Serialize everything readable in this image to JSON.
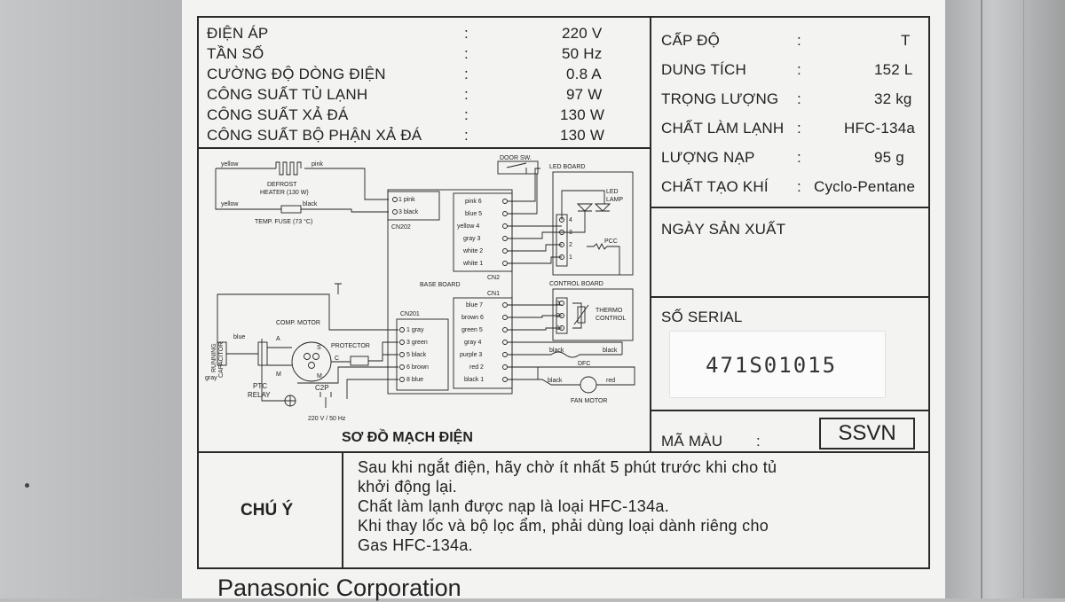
{
  "specs_left": [
    {
      "label": "ĐIỆN ÁP",
      "sep": ":",
      "value": "220 V"
    },
    {
      "label": "TẦN SỐ",
      "sep": ":",
      "value": "50 Hz"
    },
    {
      "label": "CƯỜNG ĐỘ DÒNG ĐIỆN",
      "sep": ":",
      "value": "0.8 A"
    },
    {
      "label": "CÔNG SUẤT TỦ LẠNH",
      "sep": ":",
      "value": "97 W"
    },
    {
      "label": "CÔNG SUẤT XẢ ĐÁ",
      "sep": ":",
      "value": "130 W"
    },
    {
      "label": "CÔNG SUẤT BỘ PHẬN XẢ ĐÁ",
      "sep": ":",
      "value": "130 W"
    }
  ],
  "specs_right": [
    {
      "label": "CẤP ĐỘ",
      "sep": ":",
      "value": "T"
    },
    {
      "label": "DUNG TÍCH",
      "sep": ":",
      "value": "152 L"
    },
    {
      "label": "TRỌNG LƯỢNG",
      "sep": ":",
      "value": "32 kg"
    },
    {
      "label": "CHẤT LÀM LẠNH",
      "sep": ":",
      "value": "HFC-134a"
    },
    {
      "label": "LƯỢNG NẠP",
      "sep": ":",
      "value": "95 g"
    },
    {
      "label": "CHẤT TẠO KHÍ",
      "sep": ":",
      "value": "Cyclo-Pentane"
    }
  ],
  "manufacture_date_label": "NGÀY SẢN XUẤT",
  "serial": {
    "label": "SỐ SERIAL",
    "value": "471S01015"
  },
  "color_code": {
    "label": "MÃ MÀU",
    "sep": ":",
    "value": "SSVN"
  },
  "diagram": {
    "title": "SƠ ĐỒ MẠCH ĐIỆN",
    "labels": {
      "yellow": "yellow",
      "pink": "pink",
      "black": "black",
      "defrost": "DEFROST",
      "heater": "HEATER (130 W)",
      "temp_fuse": "TEMP. FUSE (73 °C)",
      "cn202": "CN202",
      "pin1": "1 pink",
      "pin3": "3 black",
      "door_sw": "DOOR SW.",
      "led_board": "LED BOARD",
      "led": "LED",
      "lamp": "LAMP",
      "pcc": "PCC",
      "cn2": "CN2",
      "base_board": "BASE BOARD",
      "cn1": "CN1",
      "control_board": "CONTROL BOARD",
      "thermo": "THERMO",
      "control": "CONTROL",
      "dfc": "DFC",
      "fan_motor": "FAN MOTOR",
      "red": "red",
      "comp_motor": "COMP. MOTOR",
      "cn201": "CN201",
      "protector": "PROTECTOR",
      "running": "RUNNING",
      "capacitor": "CAPACITOR",
      "blue": "blue",
      "gray": "gray",
      "ptc": "PTC",
      "relay": "RELAY",
      "c2p": "C2P",
      "mains": "220 V / 50 Hz",
      "cn2_pins": [
        "pink 6",
        "blue 5",
        "yellow 4",
        "gray 3",
        "white 2",
        "white 1"
      ],
      "cn1_pins": [
        "blue 7",
        "brown 6",
        "green 5",
        "gray 4",
        "purple 3",
        "red 2",
        "black 1"
      ],
      "cn201_pins": [
        "1 gray",
        "3 green",
        "5 black",
        "6 brown",
        "8 blue"
      ],
      "led_pins": [
        "4",
        "3",
        "2",
        "1"
      ],
      "ctrl_pins": [
        "3",
        "2",
        "1"
      ],
      "m_s_c": [
        "M",
        "S",
        "C",
        "A",
        "M"
      ]
    }
  },
  "notice": {
    "title": "CHÚ Ý",
    "lines": [
      "Sau khi ngắt điện, hãy chờ ít nhất 5 phút trước khi cho tủ",
      "khởi động lại.",
      "Chất làm lạnh được nạp là loại HFC-134a.",
      "Khi thay lốc và bộ lọc ẩm, phải dùng loại dành riêng cho",
      "Gas HFC-134a."
    ]
  },
  "company": "Panasonic Corporation"
}
